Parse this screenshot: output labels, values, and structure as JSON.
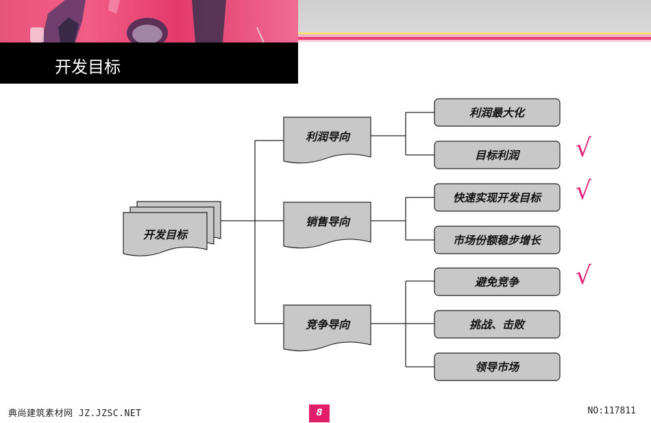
{
  "header": {
    "title": "开发目标"
  },
  "diagram": {
    "root": {
      "label": "开发目标"
    },
    "branches": [
      {
        "label": "利润导向",
        "leaves": [
          {
            "label": "利润最大化",
            "checked": false
          },
          {
            "label": "目标利润",
            "checked": true
          }
        ]
      },
      {
        "label": "销售导向",
        "leaves": [
          {
            "label": "快速实现开发目标",
            "checked": true
          },
          {
            "label": "市场份额稳步增长",
            "checked": false
          }
        ]
      },
      {
        "label": "竞争导向",
        "leaves": [
          {
            "label": "避免竞争",
            "checked": true
          },
          {
            "label": "挑战、击败",
            "checked": false
          },
          {
            "label": "领导市场",
            "checked": false
          }
        ]
      }
    ],
    "check_mark": "√"
  },
  "footer": {
    "watermark": "典尚建筑素材网 JZ.JZSC.NET",
    "page_number": "8",
    "id_text": "NO:117811"
  },
  "colors": {
    "accent": "#e21d6a",
    "node_fill": "#c8c8c8",
    "title_bar": "#000000"
  }
}
